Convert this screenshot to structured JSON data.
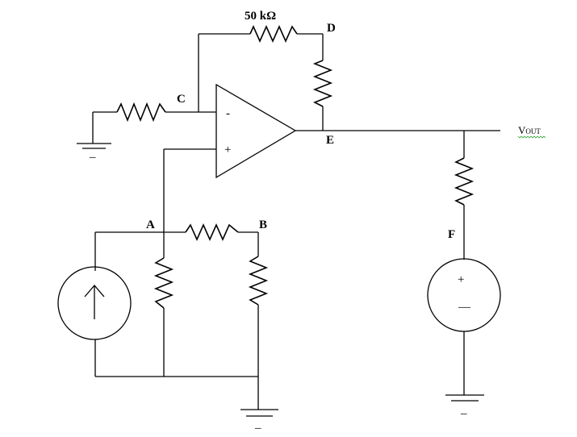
{
  "labels": {
    "feedback_resistor": "50 kΩ",
    "node_a": "A",
    "node_b": "B",
    "node_c": "C",
    "node_d": "D",
    "node_e": "E",
    "node_f": "F",
    "output": "Vout"
  },
  "opamp": {
    "inverting_sign": "-",
    "noninverting_sign": "+"
  },
  "voltage_source": {
    "plus_sign": "+",
    "minus_sign": "—"
  },
  "ground_marks": {
    "left": "_",
    "bottom": "_",
    "right": "_"
  },
  "colors": {
    "line": "#000000",
    "spellcheck_underline": "#3aa53a"
  }
}
